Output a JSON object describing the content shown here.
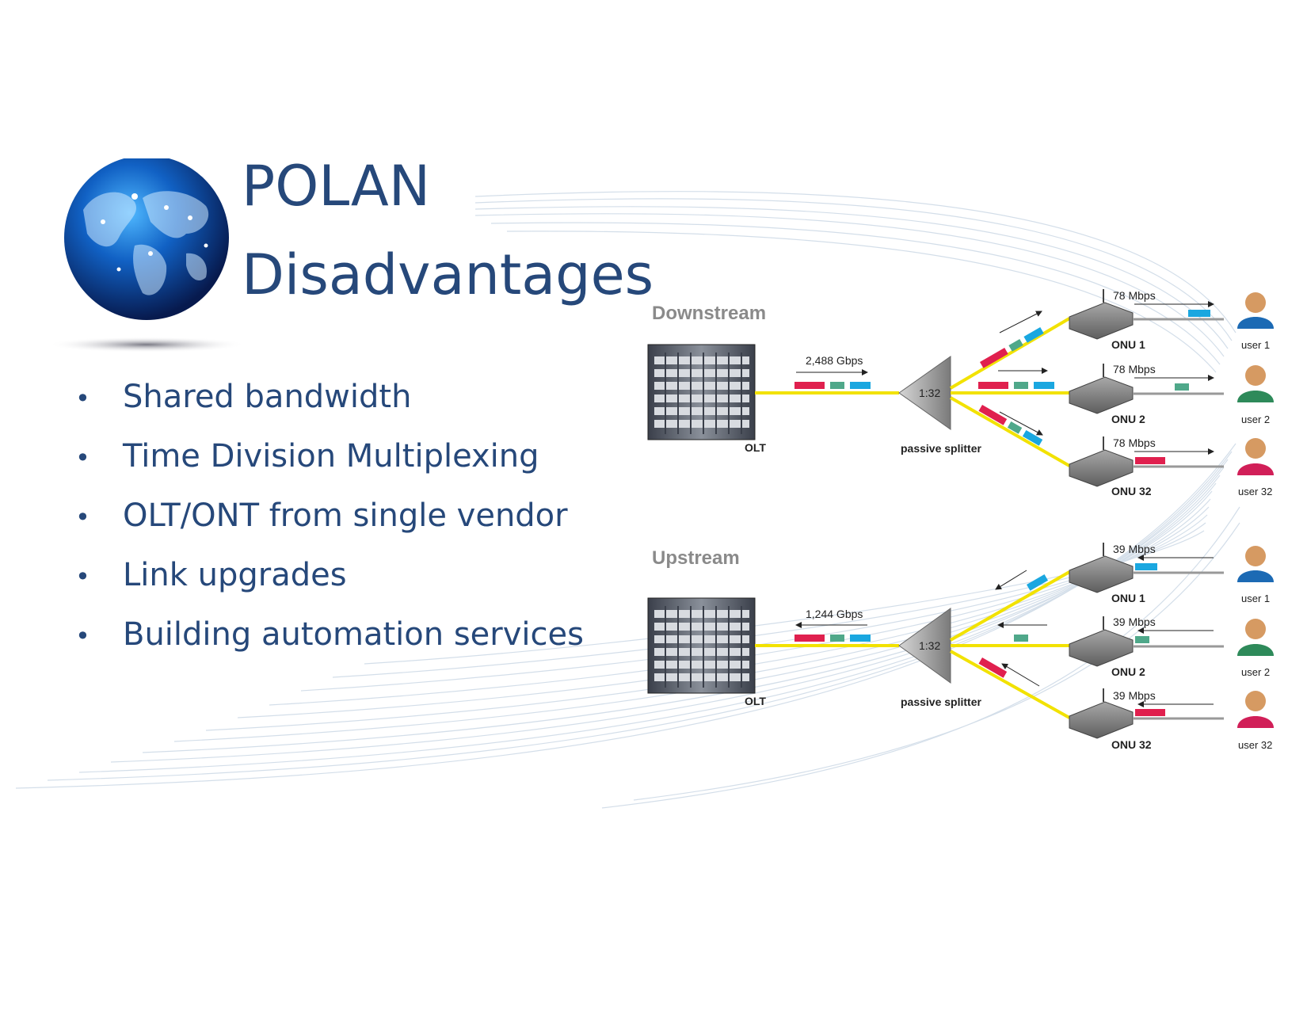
{
  "slide": {
    "title_line1": "POLAN",
    "title_line2": "Disadvantages",
    "bullets": [
      "Shared bandwidth",
      "Time Division Multiplexing",
      "OLT/ONT from single vendor",
      "Link upgrades",
      "Building automation services"
    ]
  },
  "diagram": {
    "downstream": {
      "heading": "Downstream",
      "olt_label": "OLT",
      "trunk_rate": "2,488 Gbps",
      "splitter_ratio": "1:32",
      "splitter_label": "passive splitter",
      "branches": [
        {
          "onu": "ONU 1",
          "user": "user 1",
          "rate": "78 Mbps"
        },
        {
          "onu": "ONU 2",
          "user": "user 2",
          "rate": "78 Mbps"
        },
        {
          "onu": "ONU 32",
          "user": "user 32",
          "rate": "78 Mbps"
        }
      ]
    },
    "upstream": {
      "heading": "Upstream",
      "olt_label": "OLT",
      "trunk_rate": "1,244 Gbps",
      "splitter_ratio": "1:32",
      "splitter_label": "passive splitter",
      "branches": [
        {
          "onu": "ONU 1",
          "user": "user 1",
          "rate": "39 Mbps"
        },
        {
          "onu": "ONU 2",
          "user": "user 2",
          "rate": "39 Mbps"
        },
        {
          "onu": "ONU 32",
          "user": "user 32",
          "rate": "39 Mbps"
        }
      ]
    }
  },
  "colors": {
    "title": "#26487a",
    "fiber": "#f2e200",
    "packet_red": "#e0204e",
    "packet_green": "#4fa88a",
    "packet_blue": "#1aa7e0",
    "heading_gray": "#8a8a8a"
  }
}
